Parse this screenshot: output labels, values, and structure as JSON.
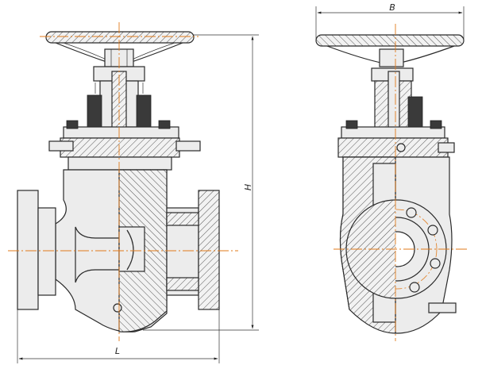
{
  "dimensions": {
    "width_label": "B",
    "height_label": "H",
    "length_label": "L"
  },
  "views": {
    "left": "front-section-view",
    "right": "side-section-view"
  },
  "colors": {
    "line": "#2a2a2a",
    "centerline": "#e07a1a",
    "fill": "#ececec",
    "hatch": "#555555"
  }
}
